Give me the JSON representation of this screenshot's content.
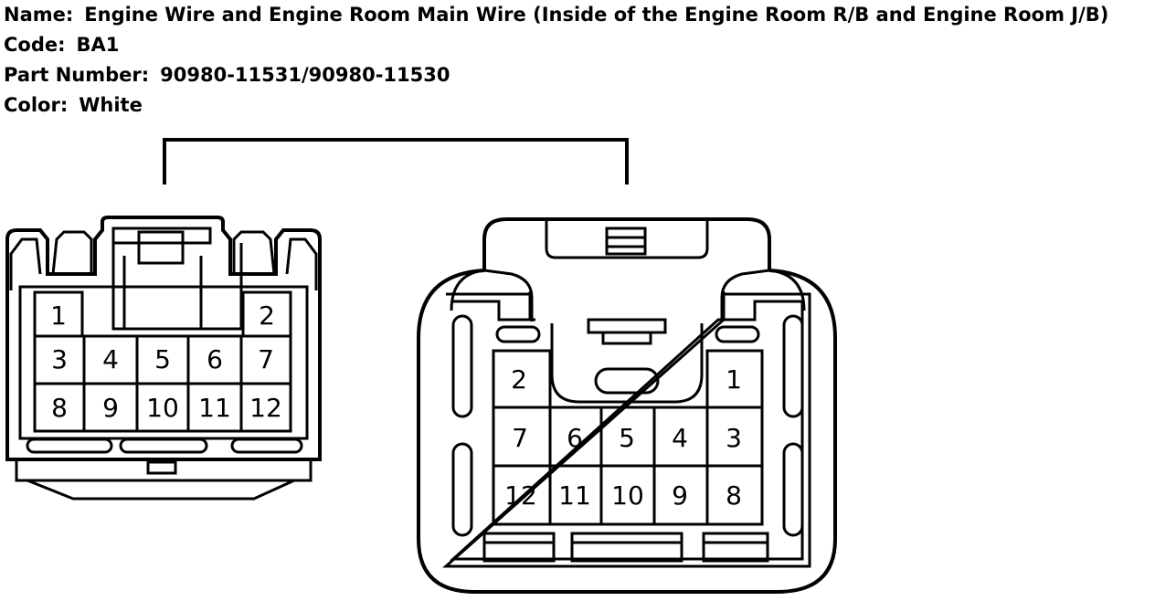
{
  "info": {
    "name_label": "Name:",
    "name_value": "Engine Wire and Engine Room Main Wire (Inside of the Engine Room R/B and Engine Room J/B)",
    "code_label": "Code:",
    "code_value": "BA1",
    "part_label": "Part Number:",
    "part_value": "90980-11531/90980-11530",
    "color_label": "Color:",
    "color_value": "White"
  },
  "left_connector": {
    "pins": [
      "1",
      "2",
      "3",
      "4",
      "5",
      "6",
      "7",
      "8",
      "9",
      "10",
      "11",
      "12"
    ]
  },
  "right_connector": {
    "pins": [
      "1",
      "2",
      "3",
      "4",
      "5",
      "6",
      "7",
      "8",
      "9",
      "10",
      "11",
      "12"
    ]
  }
}
